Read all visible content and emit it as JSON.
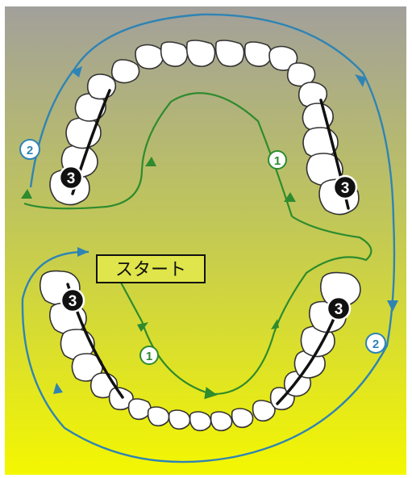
{
  "start_label": "スタート",
  "markers": {
    "upper_right_1": "1",
    "lower_left_1": "1",
    "upper_left_2": "2",
    "lower_right_2": "2",
    "upper_left_3": "3",
    "upper_right_3": "3",
    "lower_left_3": "3",
    "lower_right_3": "3"
  },
  "colors": {
    "gradient_top": "#a2a09b",
    "gradient_mid": "#c8cf55",
    "gradient_bottom": "#f4f700",
    "green_route": "#2e8b2e",
    "blue_route": "#2f84b4",
    "label_bg": "#dfe54a"
  }
}
